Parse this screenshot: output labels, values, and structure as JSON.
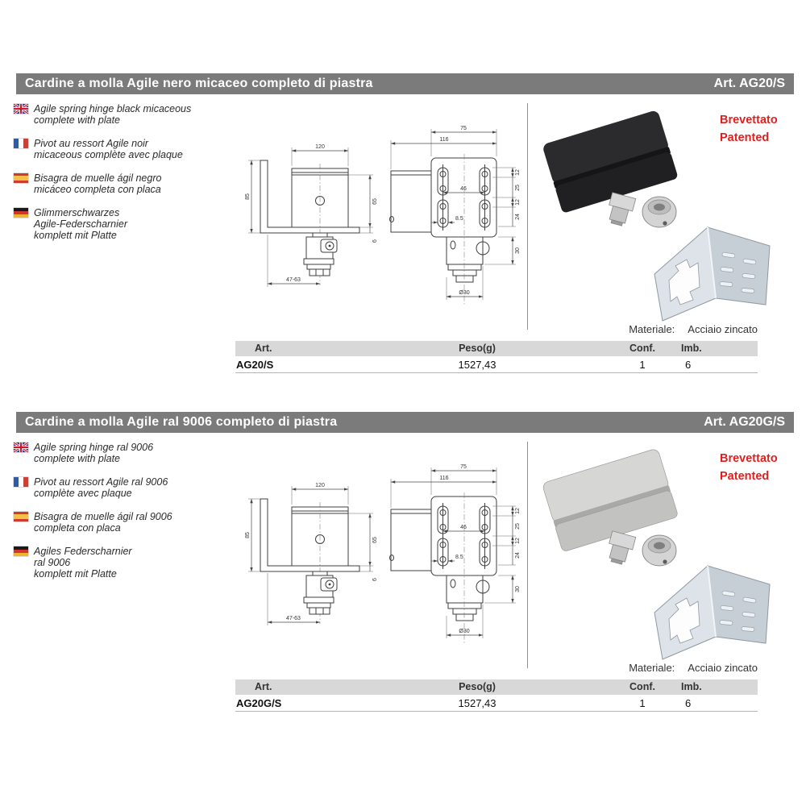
{
  "colors": {
    "header_bar": "#7b7b7b",
    "table_header_bg": "#d8d8d8",
    "patent_red": "#e01f1f",
    "bracket_steel": "#c7cfd6"
  },
  "shared": {
    "patent": {
      "line1": "Brevettato",
      "line2": "Patented"
    },
    "material": {
      "label": "Materiale:",
      "value": "Acciaio zincato"
    },
    "table": {
      "headers": {
        "art": "Art.",
        "peso": "Peso(g)",
        "conf": "Conf.",
        "imb": "Imb."
      }
    }
  },
  "drawing": {
    "dims": {
      "w120": "120",
      "h85": "85",
      "h65": "65",
      "t6": "6",
      "range": "47-63",
      "w75": "75",
      "w116": "116",
      "w46": "46",
      "s85": "8.5",
      "r12a": "12",
      "r25": "25",
      "r12b": "12",
      "r24": "24",
      "r30": "30",
      "dia30": "Ø30"
    }
  },
  "sections": [
    {
      "title": "Cardine a molla Agile nero micaceo completo di piastra",
      "article": "Art. AG20/S",
      "descriptions": [
        {
          "lang": "en",
          "lines": [
            "Agile spring hinge black micaceous",
            "complete with plate"
          ]
        },
        {
          "lang": "fr",
          "lines": [
            "Pivot au ressort Agile noir",
            "micaceous complète avec plaque"
          ]
        },
        {
          "lang": "es",
          "lines": [
            "Bisagra de muelle ágil negro",
            "micáceo completa con placa"
          ]
        },
        {
          "lang": "de",
          "lines": [
            "Glimmerschwarzes",
            "Agile-Federscharnier",
            "komplett mit Platte"
          ]
        }
      ],
      "photo": {
        "body_top": "#2b2b2e",
        "body_edge": "#151517",
        "body_front": "#202023"
      },
      "row": {
        "art": "AG20/S",
        "peso": "1527,43",
        "conf": "1",
        "imb": "6"
      }
    },
    {
      "title": "Cardine a molla Agile ral 9006 completo di piastra",
      "article": "Art. AG20G/S",
      "descriptions": [
        {
          "lang": "en",
          "lines": [
            "Agile spring hinge ral 9006",
            "complete with plate"
          ]
        },
        {
          "lang": "fr",
          "lines": [
            "Pivot au ressort Agile ral 9006",
            "complète avec plaque"
          ]
        },
        {
          "lang": "es",
          "lines": [
            "Bisagra de muelle ágil ral 9006",
            "completa con placa"
          ]
        },
        {
          "lang": "de",
          "lines": [
            "Agiles Federscharnier",
            "ral 9006",
            "komplett mit Platte"
          ]
        }
      ],
      "photo": {
        "body_top": "#d6d6d4",
        "body_edge": "#a9a9a7",
        "body_front": "#c2c2c0"
      },
      "row": {
        "art": "AG20G/S",
        "peso": "1527,43",
        "conf": "1",
        "imb": "6"
      }
    }
  ]
}
